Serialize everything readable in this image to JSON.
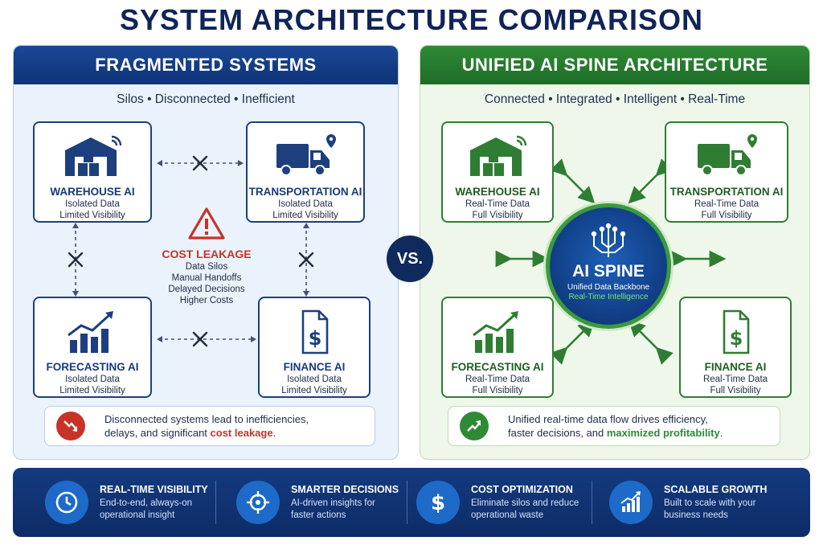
{
  "title": "SYSTEM ARCHITECTURE COMPARISON",
  "left": {
    "header": "FRAGMENTED SYSTEMS",
    "subtitle": "Silos • Disconnected • Inefficient",
    "boxes": [
      {
        "title": "WAREHOUSE AI",
        "line1": "Isolated Data",
        "line2": "Limited Visibility",
        "icon": "warehouse-icon"
      },
      {
        "title": "TRANSPORTATION AI",
        "line1": "Isolated Data",
        "line2": "Limited Visibility",
        "icon": "truck-icon"
      },
      {
        "title": "FORECASTING AI",
        "line1": "Isolated Data",
        "line2": "Limited Visibility",
        "icon": "bar-chart-icon"
      },
      {
        "title": "FINANCE AI",
        "line1": "Isolated Data",
        "line2": "Limited Visibility",
        "icon": "dollar-document-icon"
      }
    ],
    "leak": {
      "title": "COST LEAKAGE",
      "items": [
        "Data Silos",
        "Manual Handoffs",
        "Delayed Decisions",
        "Higher Costs"
      ]
    },
    "callout": {
      "line1": "Disconnected systems lead to inefficiencies,",
      "line2_prefix": "delays, and significant ",
      "line2_highlight": "cost leakage",
      "line2_suffix": "."
    }
  },
  "vs": "VS.",
  "right": {
    "header": "UNIFIED AI SPINE ARCHITECTURE",
    "subtitle": "Connected • Integrated • Intelligent • Real-Time",
    "boxes": [
      {
        "title": "WAREHOUSE AI",
        "line1": "Real-Time Data",
        "line2": "Full Visibility",
        "icon": "warehouse-icon"
      },
      {
        "title": "TRANSPORTATION AI",
        "line1": "Real-Time Data",
        "line2": "Full Visibility",
        "icon": "truck-icon"
      },
      {
        "title": "FORECASTING AI",
        "line1": "Real-Time Data",
        "line2": "Full Visibility",
        "icon": "bar-chart-icon"
      },
      {
        "title": "FINANCE AI",
        "line1": "Real-Time Data",
        "line2": "Full Visibility",
        "icon": "dollar-document-icon"
      }
    ],
    "spine": {
      "title": "AI SPINE",
      "sub1": "Unified Data Backbone",
      "sub2": "Real-Time Intelligence"
    },
    "callout": {
      "line1": "Unified real-time data flow drives efficiency,",
      "line2_prefix": "faster decisions, and ",
      "line2_highlight": "maximized profitability",
      "line2_suffix": "."
    }
  },
  "features": [
    {
      "title": "REAL-TIME VISIBILITY",
      "desc1": "End-to-end, always-on",
      "desc2": "operational insight",
      "icon": "clock-icon"
    },
    {
      "title": "SMARTER DECISIONS",
      "desc1": "AI-driven insights for",
      "desc2": "faster actions",
      "icon": "target-icon"
    },
    {
      "title": "COST OPTIMIZATION",
      "desc1": "Eliminate silos and reduce",
      "desc2": "operational waste",
      "icon": "dollar-icon"
    },
    {
      "title": "SCALABLE GROWTH",
      "desc1": "Built to scale with your",
      "desc2": "business needs",
      "icon": "growth-chart-icon"
    }
  ],
  "colors": {
    "navy": "#0f2a5c",
    "blue_header": "#1a4795",
    "green_header": "#2f8a36",
    "red_accent": "#c83228",
    "light_blue_bg": "#eaf2fb",
    "light_green_bg": "#eef7ea"
  }
}
